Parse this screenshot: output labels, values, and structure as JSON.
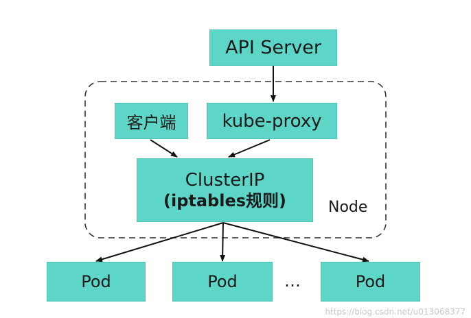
{
  "nodes": {
    "api_server": "API Server",
    "client": "客户端",
    "kube_proxy": "kube-proxy",
    "clusterip_line1": "ClusterIP",
    "clusterip_line2": "(iptables规则)",
    "pods": [
      "Pod",
      "Pod",
      "Pod"
    ]
  },
  "node_boundary_label": "Node",
  "ellipsis": "…",
  "watermark": "https://blog.csdn.net/u013068377",
  "colors": {
    "box_fill": "#5dd6c8",
    "box_border": "#4fc4b7",
    "arrow": "#111111",
    "dashed_border": "#333333",
    "watermark": "#c8c8c8"
  }
}
